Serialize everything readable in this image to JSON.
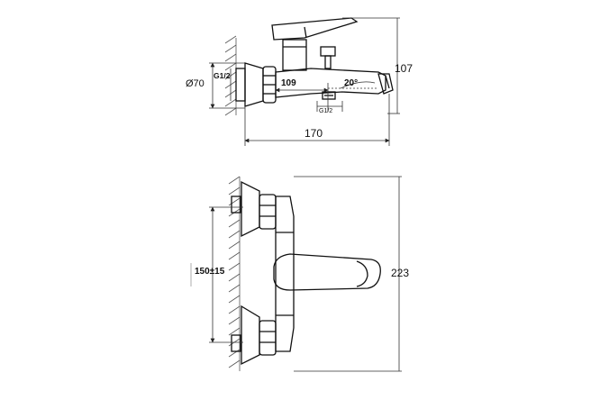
{
  "drawing": {
    "side_view": {
      "height_label": "107",
      "length_label": "170",
      "diameter_label": "Ø70",
      "thread_left_label": "G1/2",
      "offset_label": "109",
      "angle_label": "20°",
      "thread_bottom_label": "G1/2"
    },
    "front_view": {
      "height_label": "223",
      "spacing_label": "150±15"
    },
    "colors": {
      "line": "#111111",
      "hatch": "#555555",
      "dim_line": "#333333"
    }
  }
}
